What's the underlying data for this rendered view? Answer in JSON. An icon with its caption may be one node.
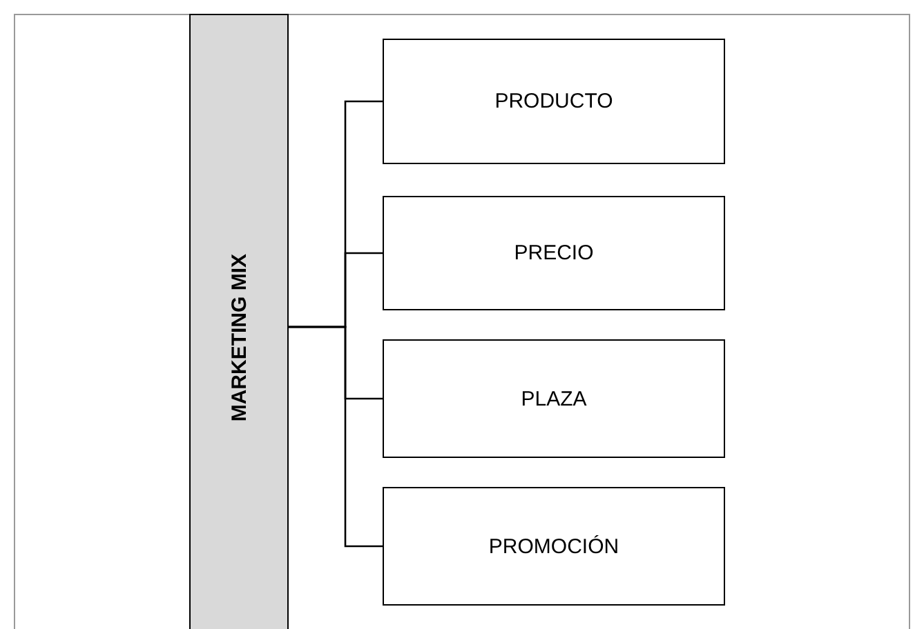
{
  "diagram": {
    "nodes": [
      {
        "text": [
          "MARKETING MIX"
        ]
      },
      {
        "text": [
          "PRODUCTO"
        ]
      },
      {
        "text": [
          "PRECIO"
        ]
      },
      {
        "text": [
          "PLAZA"
        ]
      },
      {
        "text": [
          "PROMOCIÓN"
        ]
      }
    ],
    "edges": [
      {
        "from": 0,
        "to": 1,
        "arrow": "none"
      },
      {
        "from": 0,
        "to": 2,
        "arrow": "none"
      },
      {
        "from": 0,
        "to": 3,
        "arrow": "none"
      },
      {
        "from": 0,
        "to": 4,
        "arrow": "none"
      }
    ]
  }
}
